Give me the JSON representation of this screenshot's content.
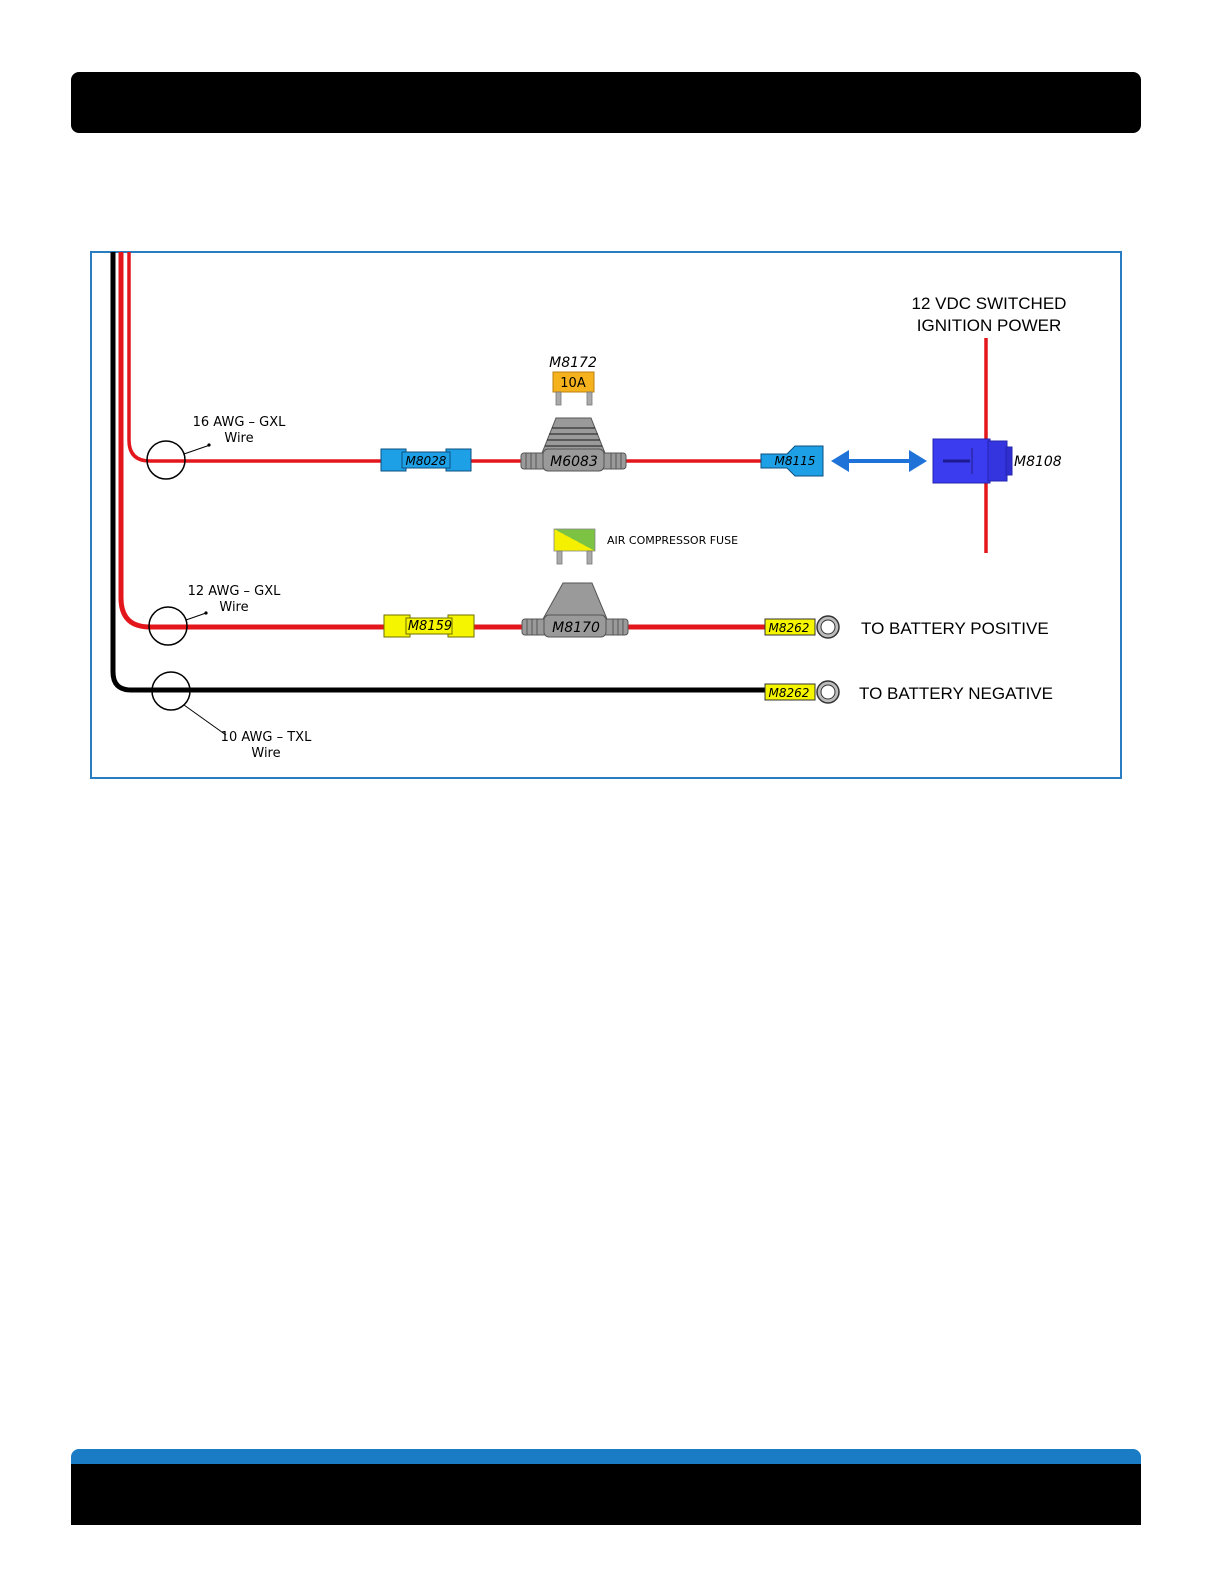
{
  "diagram": {
    "wires": {
      "wire_16awg_label": "16 AWG – GXL",
      "wire_16awg_sub": "Wire",
      "wire_12awg_label": "12 AWG – GXL",
      "wire_12awg_sub": "Wire",
      "wire_10awg_label": "10 AWG – TXL",
      "wire_10awg_sub": "Wire"
    },
    "parts": {
      "m8172": "M8172",
      "fuse_10a": "10A",
      "m8028": "M8028",
      "m6083": "M6083",
      "m8115": "M8115",
      "m8108": "M8108",
      "m8159": "M8159",
      "m8170": "M8170",
      "m8262_pos": "M8262",
      "m8262_neg": "M8262"
    },
    "labels": {
      "ignition_line1": "12 VDC SWITCHED",
      "ignition_line2": "IGNITION POWER",
      "air_compressor_fuse": "AIR COMPRESSOR FUSE",
      "battery_positive": "TO BATTERY POSITIVE",
      "battery_negative": "TO BATTERY NEGATIVE"
    },
    "colors": {
      "red_wire": "#e3161b",
      "black_wire": "#000000",
      "blue_connector": "#1ea0e6",
      "yellow_connector": "#f5f500",
      "fuse_orange": "#f6b21c",
      "relay_blue": "#3b3bf0",
      "arrow_blue": "#1f73d8",
      "frame_blue": "#2b7dc1"
    }
  }
}
